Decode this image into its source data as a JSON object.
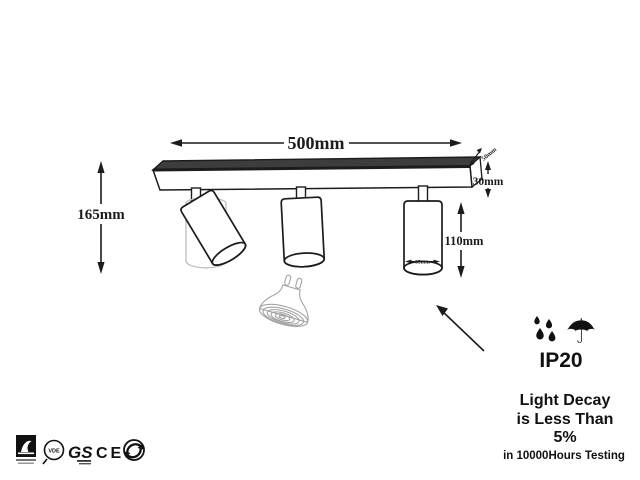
{
  "diagram": {
    "dim_width": "500mm",
    "dim_depth": "50mm",
    "dim_bar_height": "30mm",
    "dim_total_height": "165mm",
    "dim_spot_height": "110mm",
    "dim_spot_diameter": "55mm"
  },
  "ip_rating": {
    "label": "IP20"
  },
  "light_decay": {
    "line1": "Light Decay",
    "line2": "is Less Than",
    "line3": "5%",
    "subline": "in 10000Hours Testing"
  },
  "certifications": {
    "vde_label": "VDE",
    "gs_label": "GS",
    "ce_label": "CE"
  },
  "icons": {
    "ip_icons": [
      "water-drops-icon",
      "umbrella-icon"
    ],
    "cert_icons": [
      "disposal-mark-icon",
      "vde-mark-icon",
      "gs-mark-icon",
      "ce-mark-icon",
      "green-dot-icon"
    ],
    "umbrella_glyph": "☂"
  },
  "colors": {
    "ink": "#1c1c1c",
    "bar_top": "#3d3d3b",
    "ghost": "#bcbcbc",
    "bulb_sketch": "#a3a3a3",
    "background": "#ffffff"
  }
}
